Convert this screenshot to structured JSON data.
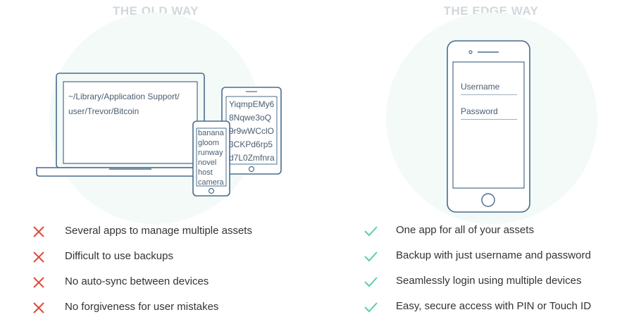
{
  "left": {
    "title": "THE OLD WAY",
    "laptop_path_lines": [
      "~/Library/Application Support/",
      "user/Trevor/Bitcoin"
    ],
    "tablet_keys": [
      "YiqmpEMy6",
      "8Nqwe3oQ",
      "9r9wWCclO",
      "3CKPd6rp5",
      "d7L0Zmfnra"
    ],
    "phone_words": [
      "banana",
      "gloom",
      "runway",
      "novel",
      "host",
      "camera"
    ],
    "features": [
      "Several apps to manage multiple assets",
      "Difficult to use backups",
      "No auto-sync between devices",
      "No forgiveness for user mistakes"
    ],
    "mark_icon": "x-icon",
    "mark_color": "#e0493f"
  },
  "right": {
    "title": "THE EDGE WAY",
    "phone_fields": [
      "Username",
      "Password"
    ],
    "features": [
      "One app for all of your assets",
      "Backup with just username and password",
      "Seamlessly login using multiple devices",
      "Easy, secure access with PIN or Touch ID"
    ],
    "mark_icon": "check-icon",
    "mark_color": "#5ccfa7"
  },
  "colors": {
    "title": "#d2d7db",
    "device_stroke": "#4a6c8c",
    "blob": "#f3faf7"
  }
}
